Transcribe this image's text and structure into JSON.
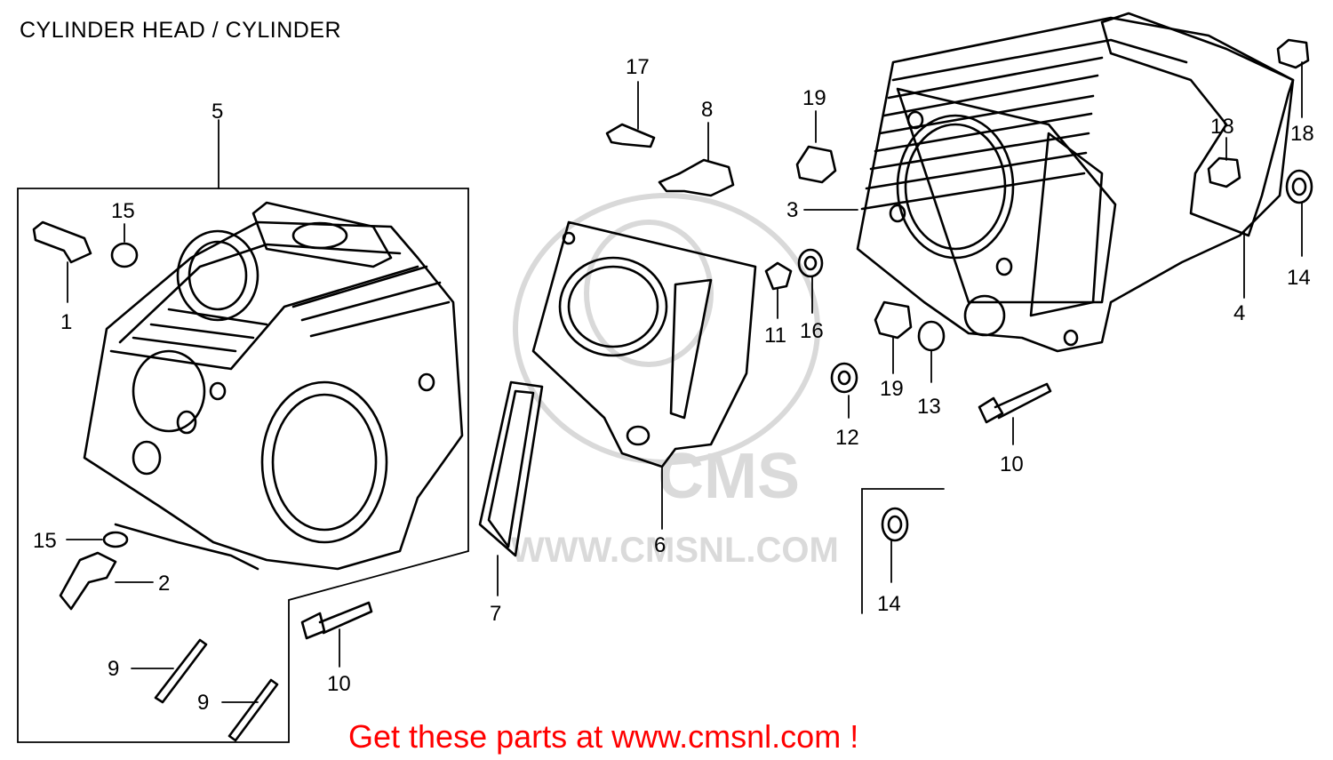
{
  "header": {
    "title": "CYLINDER HEAD / CYLINDER"
  },
  "footer": {
    "cta": "Get these parts at www.cmsnl.com !"
  },
  "watermark": {
    "brand": "CMS",
    "url": "WWW.CMSNL.COM"
  },
  "colors": {
    "line": "#000000",
    "cta": "#ff0000",
    "watermark": "#d9d9d9",
    "background": "#ffffff"
  },
  "callouts": [
    "1",
    "2",
    "3",
    "4",
    "5",
    "6",
    "7",
    "8",
    "9",
    "9",
    "10",
    "10",
    "11",
    "12",
    "13",
    "14",
    "14",
    "15",
    "15",
    "16",
    "17",
    "18",
    "18",
    "19",
    "19"
  ]
}
